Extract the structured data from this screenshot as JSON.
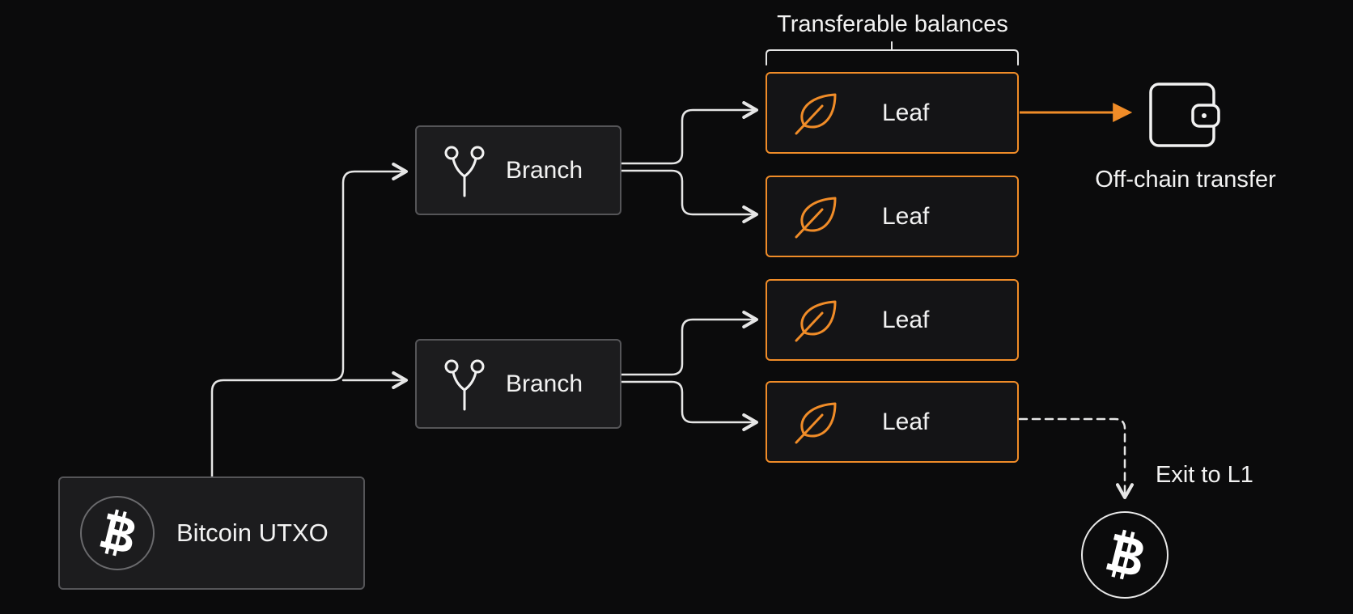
{
  "colors": {
    "background": "#0b0b0c",
    "node_fill": "#1c1c1e",
    "node_border": "#555558",
    "leaf_border": "#f08c28",
    "accent_orange": "#f08c28",
    "connector": "#e6e6e6"
  },
  "root": {
    "label": "Bitcoin UTXO",
    "icon": "bitcoin-icon"
  },
  "branches": [
    {
      "label": "Branch",
      "icon": "branch-fork-icon"
    },
    {
      "label": "Branch",
      "icon": "branch-fork-icon"
    }
  ],
  "leaves": [
    {
      "label": "Leaf",
      "icon": "leaf-icon"
    },
    {
      "label": "Leaf",
      "icon": "leaf-icon"
    },
    {
      "label": "Leaf",
      "icon": "leaf-icon"
    },
    {
      "label": "Leaf",
      "icon": "leaf-icon"
    }
  ],
  "group_label": "Transferable balances",
  "offchain": {
    "label": "Off-chain transfer",
    "icon": "wallet-icon"
  },
  "exit": {
    "label": "Exit to L1",
    "icon": "bitcoin-icon"
  }
}
